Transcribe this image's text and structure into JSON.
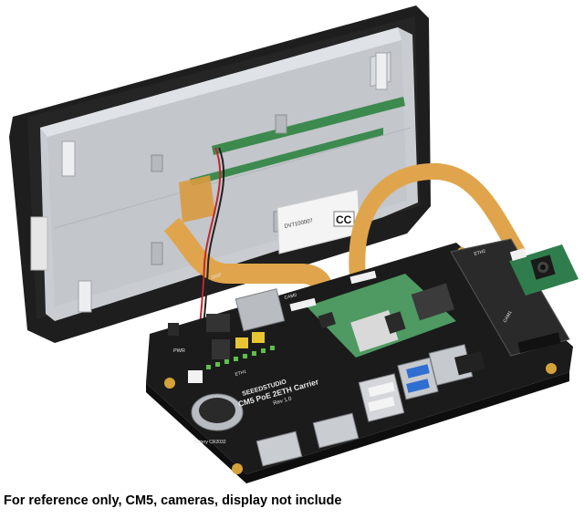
{
  "caption": "For reference only, CM5, cameras, display not include",
  "board": {
    "brand": "SEEEDSTUDIO",
    "title": "CM5 PoE 2ETH Carrier",
    "revision": "Rev 1.0",
    "labels": {
      "camera": "CAM0",
      "camera1": "CAM1",
      "display": "DISP",
      "power": "PWR",
      "battery": "Battery CR2032",
      "eth1": "ETH1",
      "eth2": "ETH2"
    }
  },
  "display_back": {
    "sticker_code": "CC",
    "sticker_text": "DV7100007"
  },
  "colors": {
    "pcb": "#1b1b1b",
    "display_bezel": "#2a2a2a",
    "metal": "#c9ccd1",
    "flex_cable": "#e0a54c",
    "cm5_module": "#4e9a62",
    "camera_pcb": "#2f7d4c"
  }
}
